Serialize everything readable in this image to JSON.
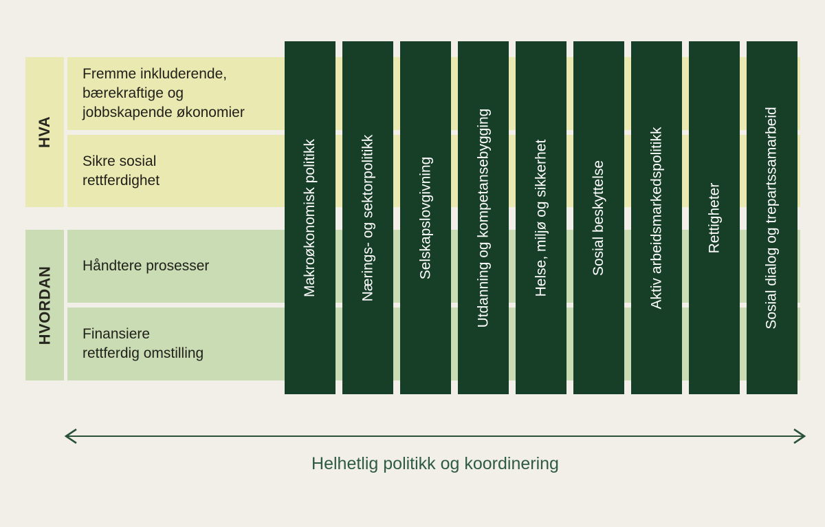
{
  "figure": {
    "type": "policy-matrix-diagram",
    "colors": {
      "background": "#f2efe8",
      "what_band": "#eae9b1",
      "how_band": "#c9dcb3",
      "pillar_fill": "#173f27",
      "pillar_text": "#ffffff",
      "row_text": "#21211b",
      "axis_green": "#2e5b41"
    },
    "row_groups": [
      {
        "label": "HVA",
        "rows": [
          "Fremme inkluderende,\nbærekraftige og\njobbskapende økonomier",
          "Sikre sosial\nrettferdighet"
        ]
      },
      {
        "label": "HVORDAN",
        "rows": [
          "Håndtere prosesser",
          "Finansiere\nrettferdig omstilling"
        ]
      }
    ],
    "pillars": [
      "Makroøkonomisk politikk",
      "Nærings- og sektorpolitikk",
      "Selskapslovgivning",
      "Utdanning og kompetansebygging",
      "Helse, miljø og sikkerhet",
      "Sosial beskyttelse",
      "Aktiv arbeidsmarkedspolitikk",
      "Rettigheter",
      "Sosial dialog og trepartssamarbeid"
    ],
    "footer": {
      "axis_label": "Helhetlig politikk og koordinering"
    }
  }
}
